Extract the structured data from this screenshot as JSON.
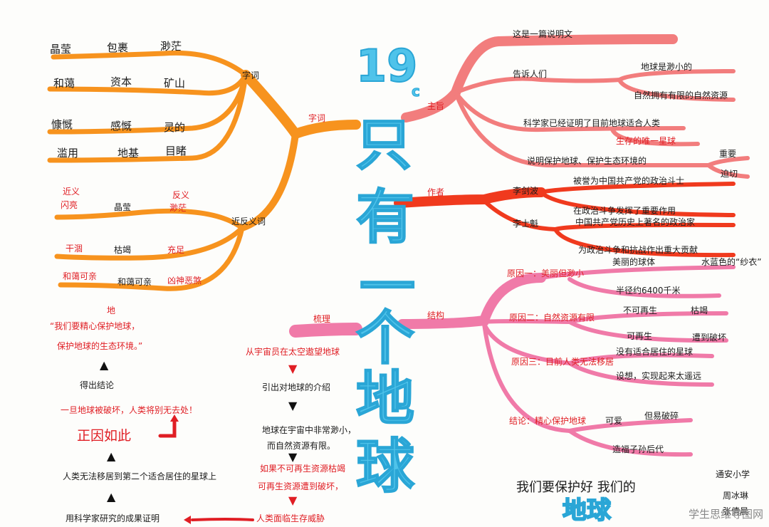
{
  "title": {
    "chars": [
      "19",
      "c",
      "只",
      "有",
      "一",
      "个",
      "地",
      "球"
    ]
  },
  "left_words": {
    "label": "字词",
    "rows": [
      [
        "晶莹",
        "包裹",
        "渺茫"
      ],
      [
        "和蔼",
        "资本",
        "矿山"
      ],
      [
        "慷慨",
        "感慨",
        "灵的"
      ],
      [
        "滥用",
        "地基",
        "目睹"
      ]
    ]
  },
  "left_synonyms": {
    "label": "近反义词",
    "near_label": "近义",
    "anti_label": "反义",
    "rows": [
      [
        "闪亮",
        "晶莹",
        "渺茫"
      ],
      [
        "干涸",
        "枯竭",
        "充足"
      ],
      [
        "和蔼可亲",
        "和蔼可亲",
        "凶神恶煞"
      ]
    ]
  },
  "branch_labels": {
    "zi_ci": "字词",
    "zhu_zhi": "主旨",
    "zuo_zhe": "作者",
    "jie_gou": "结构",
    "shu_li": "梳理"
  },
  "theme": {
    "main": "这是一篇说明文",
    "tell": "告诉人们",
    "tell_items": [
      "地球是渺小的",
      "自然拥有有限的自然资源"
    ],
    "science": "科学家已经证明了目前地球适合人类",
    "only": "生存的唯一星球",
    "protect": "说明保护地球、保护生态环境的",
    "important": [
      "重要",
      "迫切"
    ]
  },
  "authors": {
    "name1": "李剑波",
    "desc1": [
      "被誉为中国共产党的政治斗士",
      "在政治斗争发挥了重要作用"
    ],
    "name2": "李士魁",
    "desc2": [
      "中国共产党历史上著名的政治家",
      "为政治斗争和抗战作出重大贡献"
    ]
  },
  "structure": {
    "reason1": "原因一：美丽但渺小",
    "reason1_items": [
      "美丽的球体",
      "半径约6400千米"
    ],
    "reason1_note": "水蓝色的“纱衣”",
    "reason2": "原因二：自然资源有限",
    "reason2_items": [
      "不可再生",
      "可再生"
    ],
    "reason2_notes": [
      "枯竭",
      "遭到破坏"
    ],
    "reason3": "原因三：目前人类无法移居",
    "reason3_items": [
      "没有适合居住的星球",
      "设想，实现起来太遥远"
    ],
    "conclusion": "结论：精心保护地球",
    "conclusion_items": [
      "可爱",
      "造福子孙后代"
    ],
    "conclusion_notes": [
      "但易破碎"
    ]
  },
  "flow_middle": {
    "steps": [
      "从宇宙员在太空遨望地球",
      "引出对地球的介绍",
      "地球在宇宙中非常渺小，",
      "而自然资源有限。",
      "如果不可再生资源枯竭",
      "可再生资源遭到破坏，",
      "人类面临生存威胁"
    ]
  },
  "flow_left": {
    "quote_mark": "地",
    "quote_lines": [
      "“我们要精心保护地球，",
      "保护地球的生态环境。”"
    ],
    "steps": [
      "得出结论",
      "一旦地球被破坏，人类将别无去处！",
      "正因如此",
      "人类无法移居到第二个适合居住的星球上",
      "用科学家研究的成果证明"
    ]
  },
  "bottom": {
    "slogan": "我们要保护好 我们的",
    "slogan_big": "地球",
    "school": "通安小学",
    "names": [
      "周冰琳",
      "张倩晨"
    ]
  },
  "watermark": "学生思维导图网",
  "colors": {
    "orange": "#f7931e",
    "salmon": "#f27d7d",
    "red": "#f03a1e",
    "pink": "#f07aa8",
    "blue": "#4fc3ea",
    "redtext": "#e01e24"
  }
}
